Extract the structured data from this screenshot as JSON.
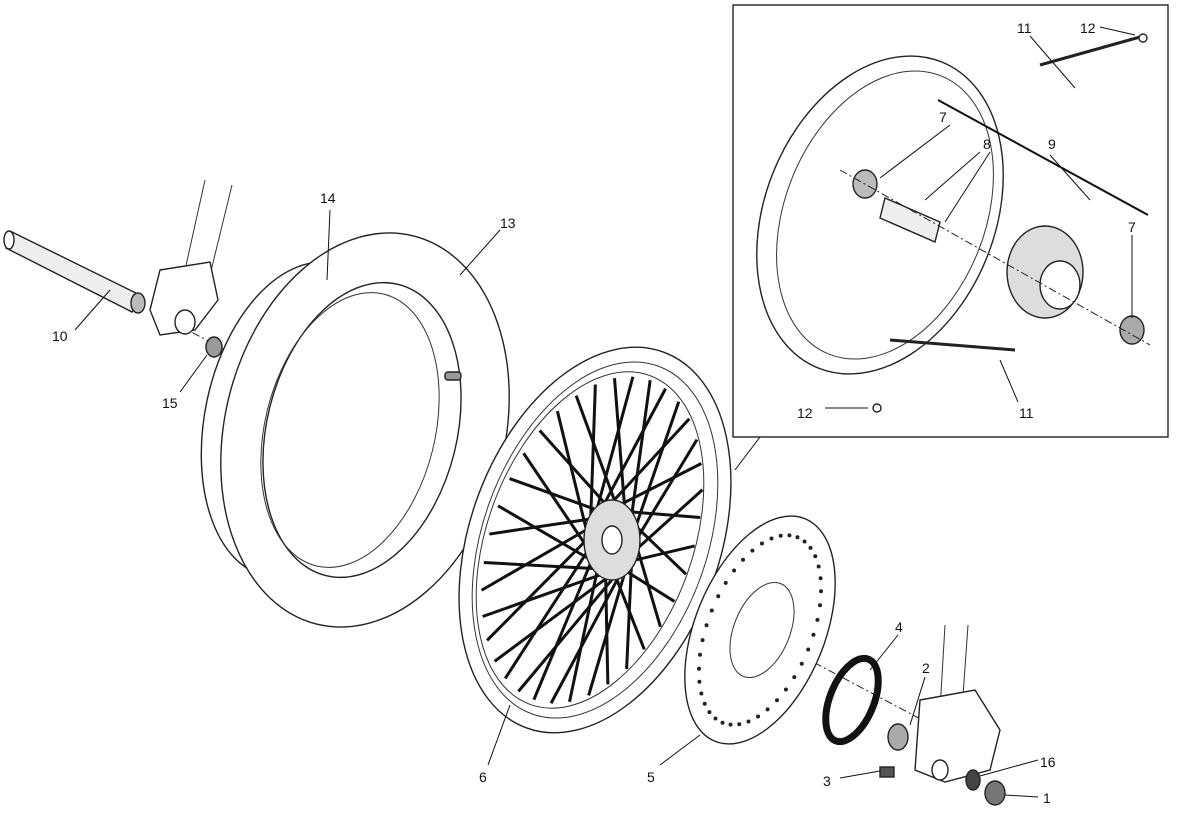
{
  "diagram": {
    "title": "Front wheel exploded view",
    "callouts": {
      "p1": "1",
      "p2": "2",
      "p3": "3",
      "p4": "4",
      "p5": "5",
      "p6": "6",
      "p10": "10",
      "p13": "13",
      "p14": "14",
      "p15": "15",
      "p16": "16"
    },
    "inset": {
      "p7a": "7",
      "p7b": "7",
      "p8": "8",
      "p9": "9",
      "p11a": "11",
      "p11b": "11",
      "p12a": "12",
      "p12b": "12"
    }
  }
}
